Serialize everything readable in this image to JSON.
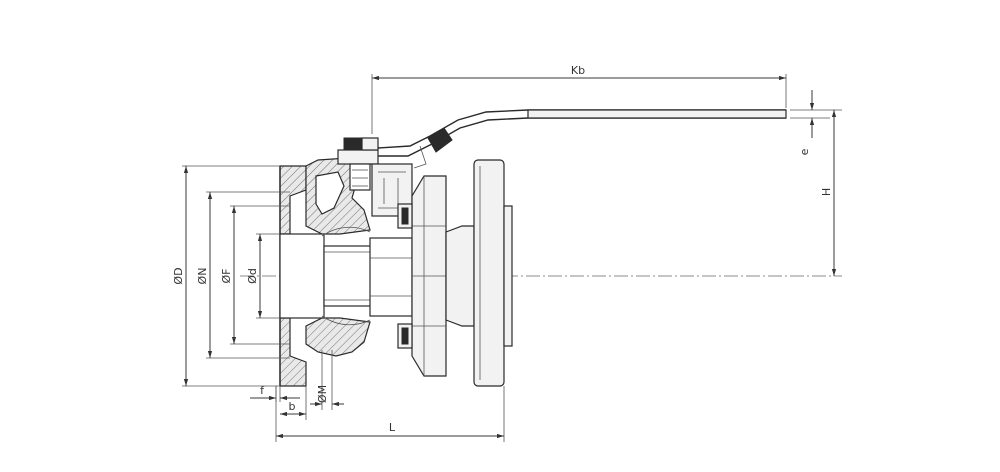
{
  "labels": {
    "kb": "Kb",
    "e": "e",
    "h": "H",
    "od": "ØD",
    "on": "ØN",
    "of": "ØF",
    "odd": "Ød",
    "om": "ØM",
    "f": "f",
    "b": "b",
    "l": "L"
  }
}
